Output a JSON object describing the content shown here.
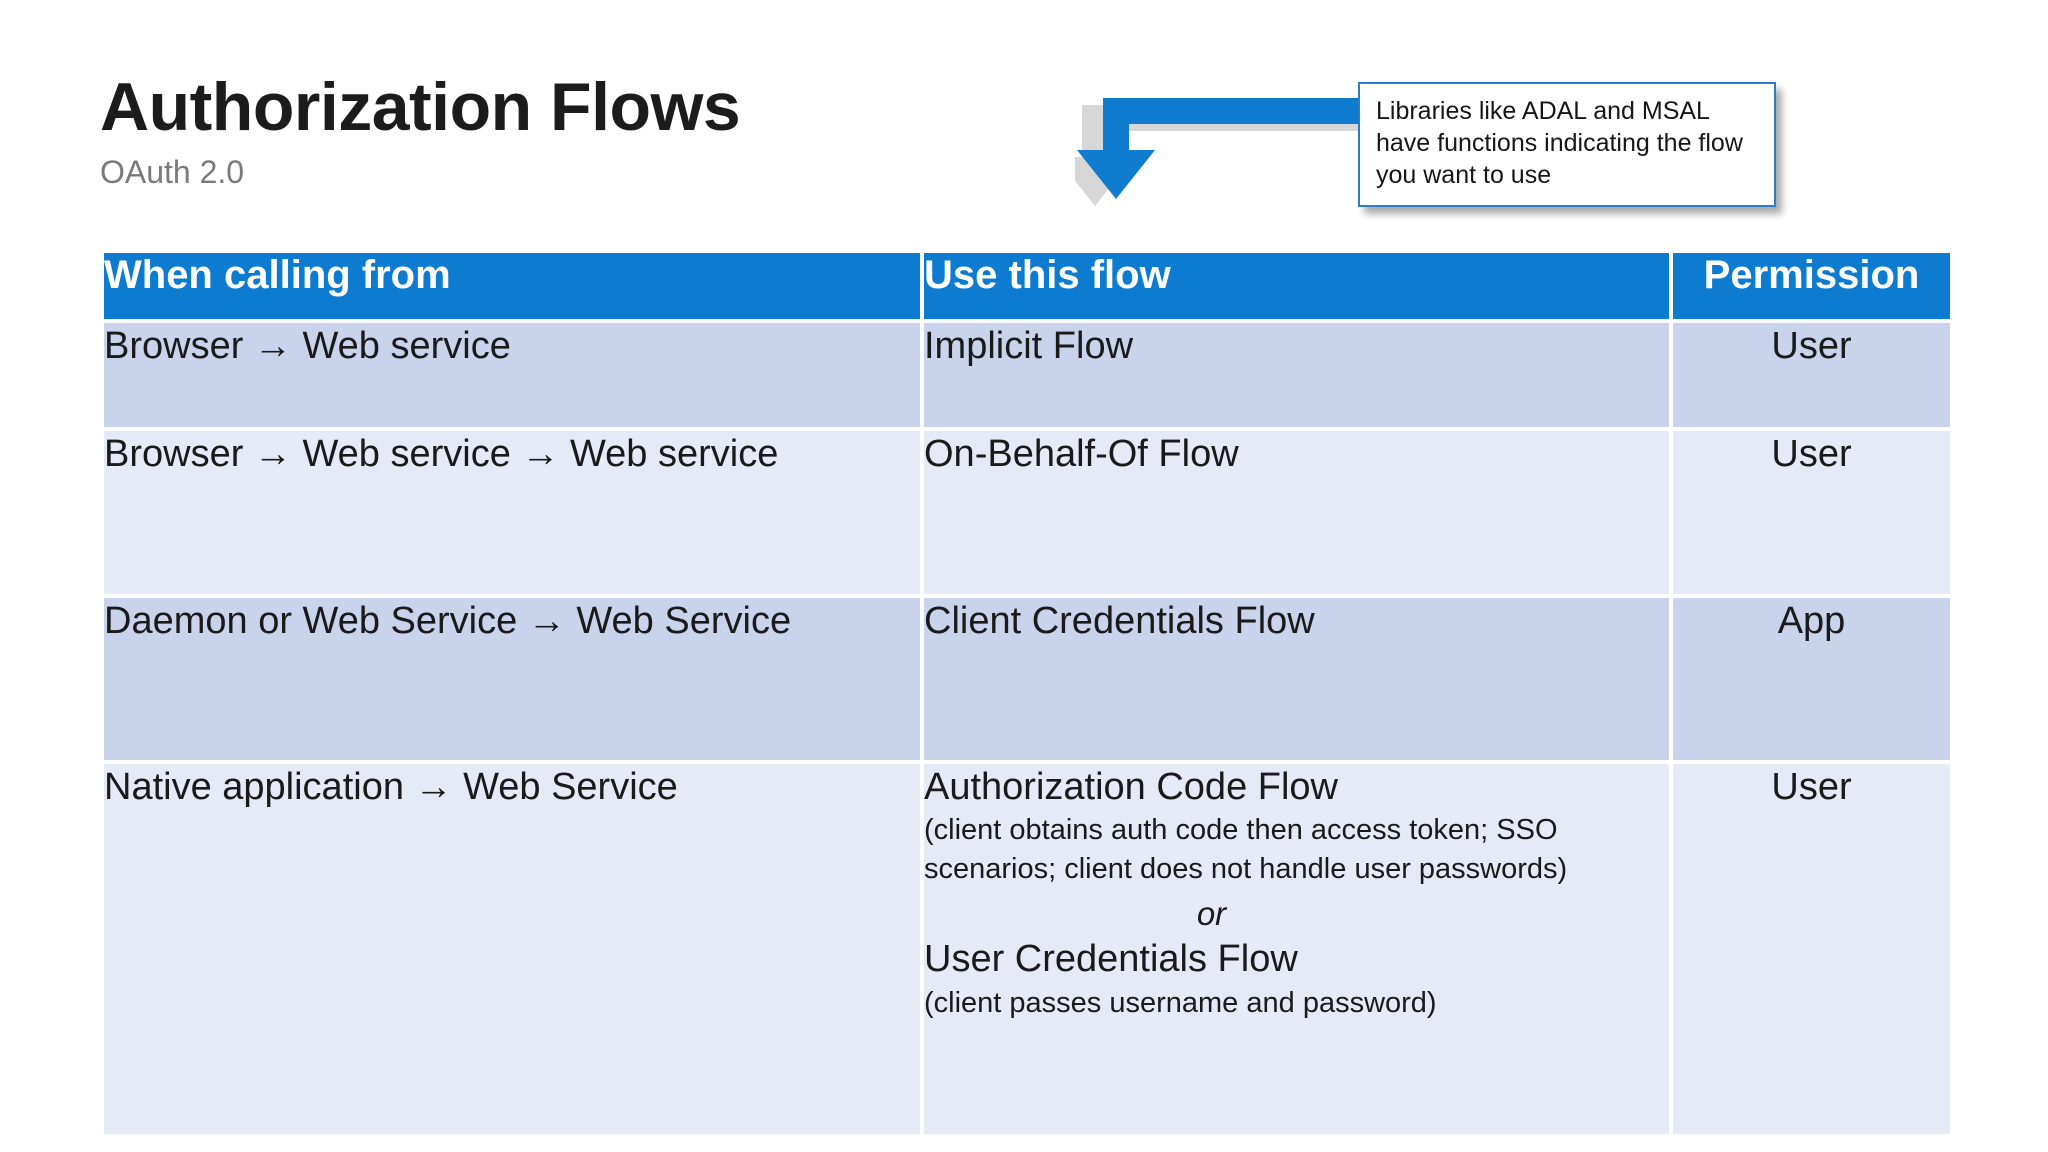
{
  "slide": {
    "title": "Authorization Flows",
    "subtitle": "OAuth 2.0"
  },
  "callout": {
    "text": "Libraries like ADAL and MSAL have functions indicating the flow you want to use",
    "border_color": "#2e7cc4"
  },
  "arrow": {
    "icon": "elbow-arrow-down-icon",
    "color": "#0f7cd0"
  },
  "colors": {
    "header_blue": "#0d7cd0",
    "row_dark": "#c9d3ec",
    "row_light": "#e6e9f6",
    "title_gray": "#7a7a7a"
  },
  "table": {
    "headers": {
      "when_calling_from": "When calling from",
      "use_this_flow": "Use this flow",
      "permission": "Permission"
    },
    "rows": [
      {
        "source": "Browser → Web service",
        "flow": "Implicit Flow",
        "flow_note": "",
        "alt_flow": "",
        "alt_flow_note": "",
        "or_label": "",
        "permission": "User"
      },
      {
        "source": "Browser → Web service → Web service",
        "flow": "On-Behalf-Of Flow",
        "flow_note": "",
        "alt_flow": "",
        "alt_flow_note": "",
        "or_label": "",
        "permission": "User"
      },
      {
        "source": "Daemon or Web Service → Web Service",
        "flow": "Client Credentials Flow",
        "flow_note": "",
        "alt_flow": "",
        "alt_flow_note": "",
        "or_label": "",
        "permission": "App"
      },
      {
        "source": "Native application → Web Service",
        "flow": "Authorization Code Flow",
        "flow_note": "(client obtains auth code then access token; SSO scenarios; client does not handle user passwords)",
        "or_label": "or",
        "alt_flow": "User Credentials Flow",
        "alt_flow_note": "(client passes username and password)",
        "permission": "User"
      }
    ]
  }
}
